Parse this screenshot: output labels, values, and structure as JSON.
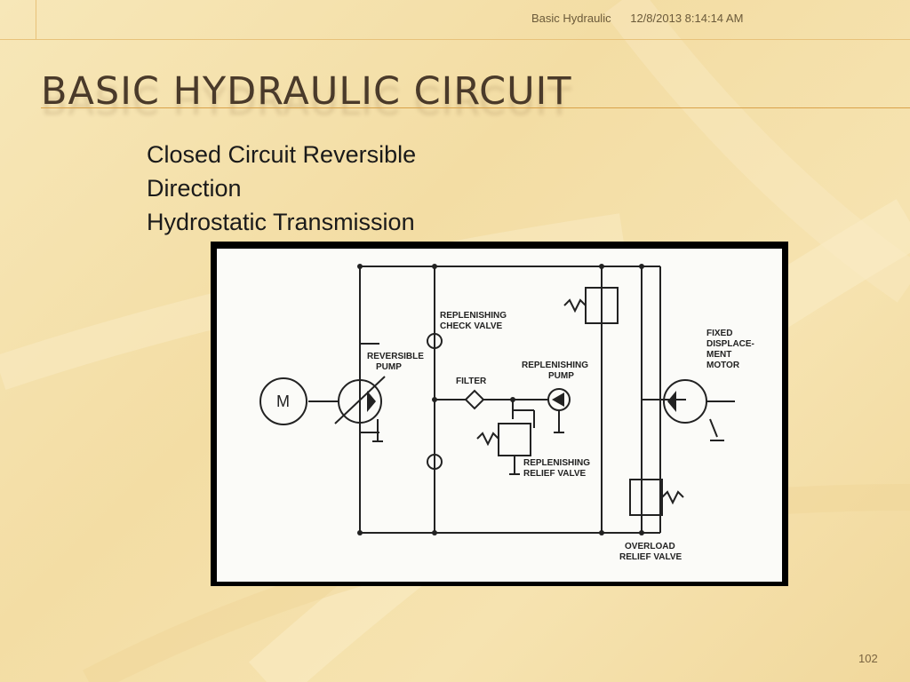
{
  "header": {
    "presentation_name": "Basic Hydraulic",
    "datetime": "12/8/2013 8:14:14 AM"
  },
  "slide": {
    "title": "BASIC HYDRAULIC CIRCUIT",
    "lines": [
      "Closed Circuit Reversible",
      "Direction",
      "Hydrostatic Transmission"
    ],
    "page_number": "102"
  },
  "diagram": {
    "labels": {
      "motor_symbol": "M",
      "replenishing_check_valve_1": "REPLENISHING",
      "replenishing_check_valve_2": "CHECK VALVE",
      "reversible_pump_1": "REVERSIBLE",
      "reversible_pump_2": "PUMP",
      "filter": "FILTER",
      "replenishing_pump_1": "REPLENISHING",
      "replenishing_pump_2": "PUMP",
      "fixed_motor_1": "FIXED",
      "fixed_motor_2": "DISPLACE-",
      "fixed_motor_3": "MENT",
      "fixed_motor_4": "MOTOR",
      "replenishing_relief_1": "REPLENISHING",
      "replenishing_relief_2": "RELIEF VALVE",
      "overload_relief_1": "OVERLOAD",
      "overload_relief_2": "RELIEF VALVE"
    }
  }
}
